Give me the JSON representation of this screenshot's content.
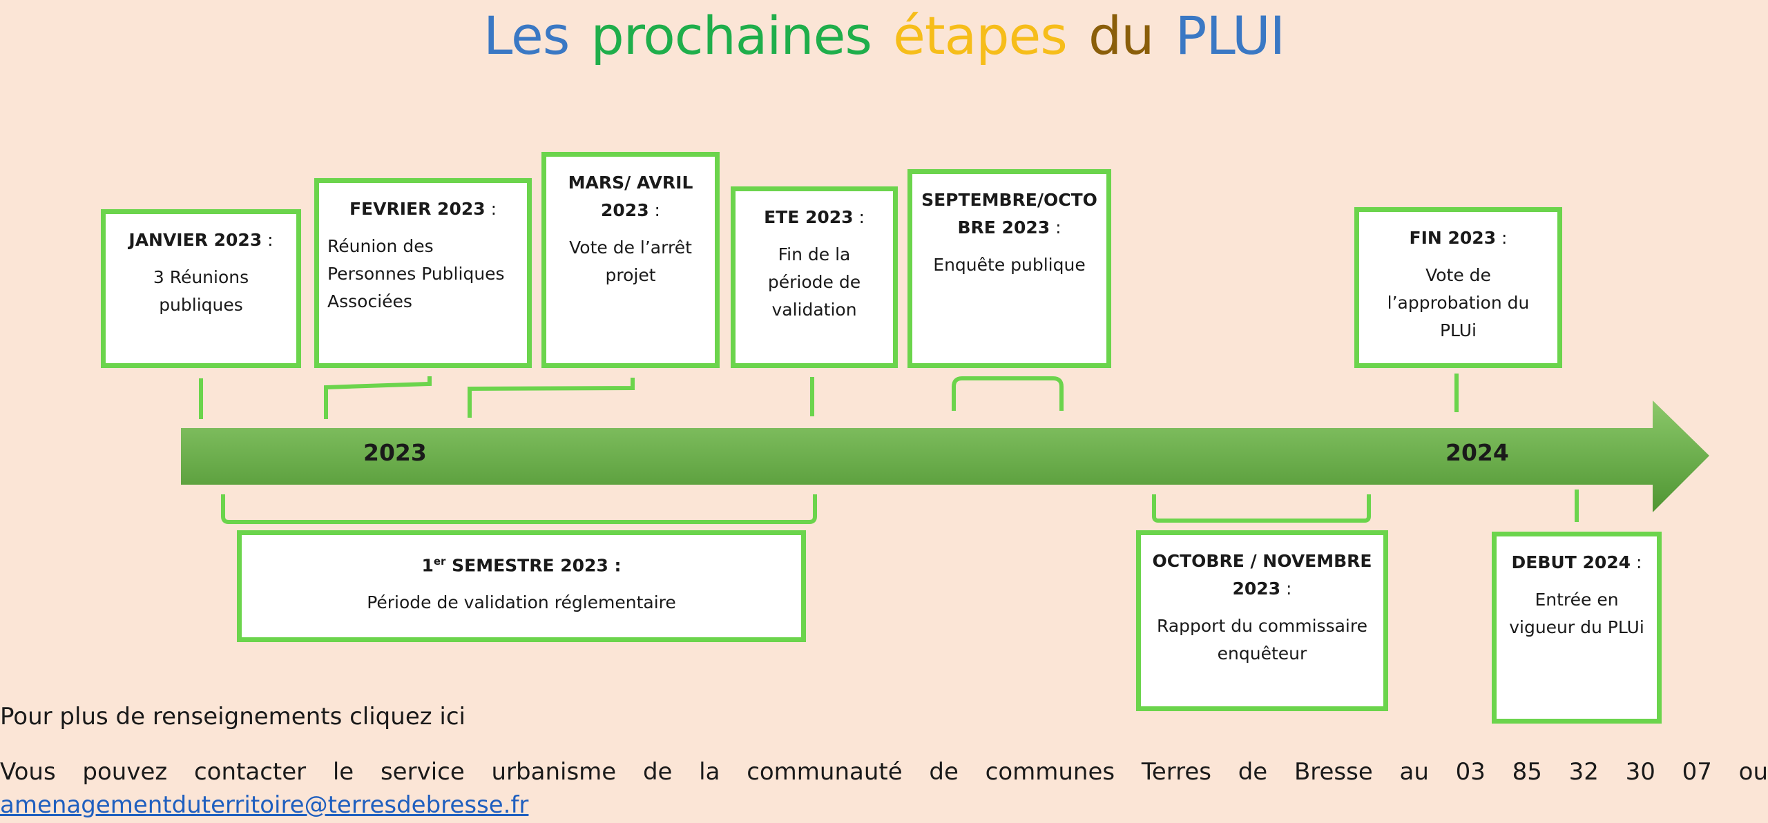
{
  "title": {
    "words": [
      {
        "text": "Les",
        "color": "#3a78c4"
      },
      {
        "text": "prochaines",
        "color": "#1fae4b"
      },
      {
        "text": "étapes",
        "color": "#f6bd1a"
      },
      {
        "text": "du",
        "color": "#8a5e0a"
      },
      {
        "text": "PLUI",
        "color": "#3a78c4"
      }
    ]
  },
  "colors": {
    "frame": "#6bd44c",
    "arrow_light": "#8bc86a",
    "arrow_dark": "#4f9532",
    "background": "#fbe5d6"
  },
  "timeline": {
    "year_start": "2023",
    "year_end": "2024"
  },
  "steps_top": [
    {
      "date": "JANVIER 2023",
      "sep": " :",
      "text": "3 Réunions publiques"
    },
    {
      "date": "FEVRIER 2023",
      "sep": " :",
      "text": "Réunion des Personnes Publiques Associées"
    },
    {
      "date": "MARS/ AVRIL 2023",
      "sep": " :",
      "text": "Vote de l’arrêt projet"
    },
    {
      "date": "ETE 2023",
      "sep": " :",
      "text": "Fin de la période de validation"
    },
    {
      "date": "SEPTEMBRE/OCTOBRE 2023",
      "sep": " :",
      "text": "Enquête publique"
    },
    {
      "date": "FIN 2023",
      "sep": " :",
      "text": "Vote de l’approbation du PLUi"
    }
  ],
  "steps_bottom": [
    {
      "date_prefix": "1",
      "date_sup": "er",
      "date": " SEMESTRE 2023 :",
      "text": "Période de validation réglementaire"
    },
    {
      "date": "OCTOBRE / NOVEMBRE 2023",
      "sep": " :",
      "text": "Rapport du commissaire enquêteur"
    },
    {
      "date": "DEBUT 2024",
      "sep": " :",
      "text": "Entrée en vigueur du PLUi"
    }
  ],
  "footer": {
    "more_info": "Pour plus de renseignements cliquez ici",
    "contact_words": [
      "Vous",
      "pouvez",
      "contacter",
      "le",
      "service",
      "urbanisme",
      "de",
      "la",
      "communauté",
      "de",
      "communes",
      "Terres",
      "de",
      "Bresse",
      "au",
      "03",
      "85",
      "32",
      "30",
      "07",
      "ou"
    ],
    "email": "amenagementduterritoire@terresdebresse.fr"
  }
}
